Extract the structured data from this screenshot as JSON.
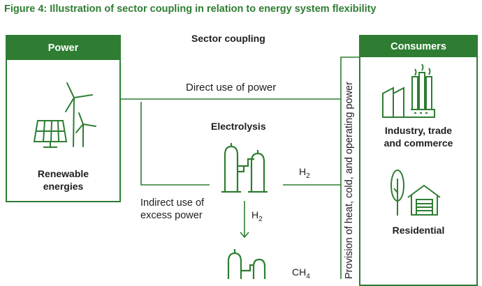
{
  "figure_title": "Figure 4: Illustration of sector coupling in relation to energy system flexibility",
  "center_title": "Sector coupling",
  "power": {
    "header": "Power",
    "label_line1": "Renewable",
    "label_line2": "energies",
    "icons": [
      "solar-panel-icon",
      "wind-turbine-icon"
    ]
  },
  "consumers": {
    "header": "Consumers",
    "industry_line1": "Industry, trade",
    "industry_line2": "and commerce",
    "residential": "Residential",
    "icons": [
      "factory-icon",
      "tree-icon",
      "house-garage-icon"
    ]
  },
  "flows": {
    "direct_use": "Direct use of power",
    "electrolysis": "Electrolysis",
    "indirect_line1": "Indirect use of",
    "indirect_line2": "excess power",
    "h2_base": "H",
    "h2_sub": "2",
    "ch4_base": "CH",
    "ch4_sub": "4",
    "vertical_text": "Provision of heat, cold, and operating power"
  },
  "colors": {
    "accent": "#2e7d32",
    "text": "#1e1e1e",
    "line": "#2e7d32"
  }
}
